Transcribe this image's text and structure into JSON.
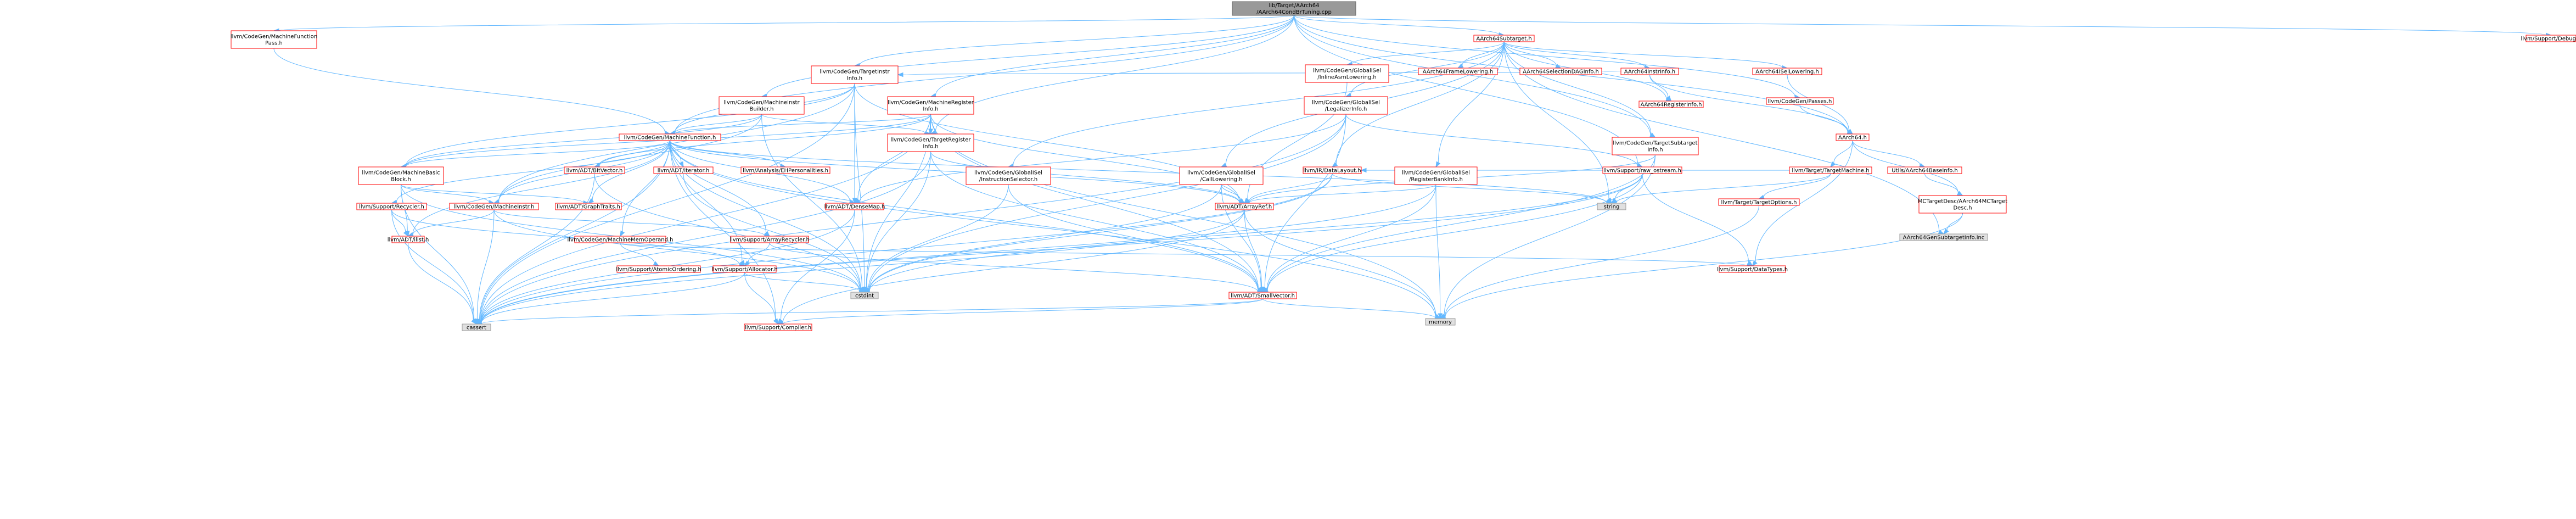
{
  "colors": {
    "root_fill": "#999999",
    "root_stroke": "#666666",
    "link_fill": "#ffffff",
    "link_stroke": "#ff0000",
    "sys_fill": "#e0e0e0",
    "sys_stroke": "#999999",
    "edge": "#63b8ff"
  },
  "nodes": [
    {
      "id": "root",
      "kind": "root",
      "lines": [
        "lib/Target/AArch64",
        "/AArch64CondBrTuning.cpp"
      ]
    },
    {
      "id": "mfpass",
      "kind": "link",
      "lines": [
        "llvm/CodeGen/MachineFunction",
        "Pass.h"
      ]
    },
    {
      "id": "subtarget",
      "kind": "link",
      "lines": [
        "AArch64Subtarget.h"
      ]
    },
    {
      "id": "debug",
      "kind": "link",
      "lines": [
        "llvm/Support/Debug.h"
      ]
    },
    {
      "id": "tii",
      "kind": "link",
      "lines": [
        "llvm/CodeGen/TargetInstr",
        "Info.h"
      ]
    },
    {
      "id": "inlineasm",
      "kind": "link",
      "lines": [
        "llvm/CodeGen/GlobalISel",
        "/InlineAsmLowering.h"
      ]
    },
    {
      "id": "framelow",
      "kind": "link",
      "lines": [
        "AArch64FrameLowering.h"
      ]
    },
    {
      "id": "seldag",
      "kind": "link",
      "lines": [
        "AArch64SelectionDAGInfo.h"
      ]
    },
    {
      "id": "instrinfo",
      "kind": "link",
      "lines": [
        "AArch64InstrInfo.h"
      ]
    },
    {
      "id": "isellow",
      "kind": "link",
      "lines": [
        "AArch64ISelLowering.h"
      ]
    },
    {
      "id": "passes",
      "kind": "link",
      "lines": [
        "llvm/CodeGen/Passes.h"
      ]
    },
    {
      "id": "mibuilder",
      "kind": "link",
      "lines": [
        "llvm/CodeGen/MachineInstr",
        "Builder.h"
      ]
    },
    {
      "id": "mri",
      "kind": "link",
      "lines": [
        "llvm/CodeGen/MachineRegister",
        "Info.h"
      ]
    },
    {
      "id": "legalizer",
      "kind": "link",
      "lines": [
        "llvm/CodeGen/GlobalISel",
        "/LegalizerInfo.h"
      ]
    },
    {
      "id": "reginfo",
      "kind": "link",
      "lines": [
        "AArch64RegisterInfo.h"
      ]
    },
    {
      "id": "aarch64h",
      "kind": "link",
      "lines": [
        "AArch64.h"
      ]
    },
    {
      "id": "mf",
      "kind": "link",
      "lines": [
        "llvm/CodeGen/MachineFunction.h"
      ]
    },
    {
      "id": "tri",
      "kind": "link",
      "lines": [
        "llvm/CodeGen/TargetRegister",
        "Info.h"
      ]
    },
    {
      "id": "tsi",
      "kind": "link",
      "lines": [
        "llvm/CodeGen/TargetSubtarget",
        "Info.h"
      ]
    },
    {
      "id": "targetmachine",
      "kind": "link",
      "lines": [
        "llvm/Target/TargetMachine.h"
      ]
    },
    {
      "id": "baseinfo",
      "kind": "link",
      "lines": [
        "Utils/AArch64BaseInfo.h"
      ]
    },
    {
      "id": "bitvector",
      "kind": "link",
      "lines": [
        "llvm/ADT/BitVector.h"
      ]
    },
    {
      "id": "mbb",
      "kind": "link",
      "lines": [
        "llvm/CodeGen/MachineBasic",
        "Block.h"
      ]
    },
    {
      "id": "iterator",
      "kind": "link",
      "lines": [
        "llvm/ADT/iterator.h"
      ]
    },
    {
      "id": "ehpers",
      "kind": "link",
      "lines": [
        "llvm/Analysis/EHPersonalities.h"
      ]
    },
    {
      "id": "instsel",
      "kind": "link",
      "lines": [
        "llvm/CodeGen/GlobalISel",
        "/InstructionSelector.h"
      ]
    },
    {
      "id": "calllow",
      "kind": "link",
      "lines": [
        "llvm/CodeGen/GlobalISel",
        "/CallLowering.h"
      ]
    },
    {
      "id": "datalayout",
      "kind": "link",
      "lines": [
        "llvm/IR/DataLayout.h"
      ]
    },
    {
      "id": "rbinfo",
      "kind": "link",
      "lines": [
        "llvm/CodeGen/GlobalISel",
        "/RegisterBankInfo.h"
      ]
    },
    {
      "id": "rawostream",
      "kind": "link",
      "lines": [
        "llvm/Support/raw_ostream.h"
      ]
    },
    {
      "id": "targetopts",
      "kind": "link",
      "lines": [
        "llvm/Target/TargetOptions.h"
      ]
    },
    {
      "id": "mctdesc",
      "kind": "link",
      "lines": [
        "MCTargetDesc/AArch64MCTarget",
        "Desc.h"
      ]
    },
    {
      "id": "recycler",
      "kind": "link",
      "lines": [
        "llvm/Support/Recycler.h"
      ]
    },
    {
      "id": "mi",
      "kind": "link",
      "lines": [
        "llvm/CodeGen/MachineInstr.h"
      ]
    },
    {
      "id": "graphtraits",
      "kind": "link",
      "lines": [
        "llvm/ADT/GraphTraits.h"
      ]
    },
    {
      "id": "densemap",
      "kind": "link",
      "lines": [
        "llvm/ADT/DenseMap.h"
      ]
    },
    {
      "id": "arrayref",
      "kind": "link",
      "lines": [
        "llvm/ADT/ArrayRef.h"
      ]
    },
    {
      "id": "string",
      "kind": "sys",
      "lines": [
        "string"
      ]
    },
    {
      "id": "gensubtarget",
      "kind": "sys",
      "lines": [
        "AArch64GenSubtargetInfo.inc"
      ]
    },
    {
      "id": "ilist",
      "kind": "link",
      "lines": [
        "llvm/ADT/ilist.h"
      ]
    },
    {
      "id": "mmo",
      "kind": "link",
      "lines": [
        "llvm/CodeGen/MachineMemOperand.h"
      ]
    },
    {
      "id": "arrayrecycler",
      "kind": "link",
      "lines": [
        "llvm/Support/ArrayRecycler.h"
      ]
    },
    {
      "id": "datatypes",
      "kind": "link",
      "lines": [
        "llvm/Support/DataTypes.h"
      ]
    },
    {
      "id": "atomicordering",
      "kind": "link",
      "lines": [
        "llvm/Support/AtomicOrdering.h"
      ]
    },
    {
      "id": "allocator",
      "kind": "link",
      "lines": [
        "llvm/Support/Allocator.h"
      ]
    },
    {
      "id": "cstdint",
      "kind": "sys",
      "lines": [
        "cstdint"
      ]
    },
    {
      "id": "smallvector",
      "kind": "link",
      "lines": [
        "llvm/ADT/SmallVector.h"
      ]
    },
    {
      "id": "memory",
      "kind": "sys",
      "lines": [
        "memory"
      ]
    },
    {
      "id": "cassert",
      "kind": "sys",
      "lines": [
        "cassert"
      ]
    },
    {
      "id": "compiler",
      "kind": "link",
      "lines": [
        "llvm/Support/Compiler.h"
      ]
    }
  ],
  "edges": [
    [
      "root",
      "mfpass"
    ],
    [
      "root",
      "subtarget"
    ],
    [
      "root",
      "debug"
    ],
    [
      "root",
      "tii"
    ],
    [
      "root",
      "mibuilder"
    ],
    [
      "root",
      "mri"
    ],
    [
      "root",
      "mf"
    ],
    [
      "root",
      "tri"
    ],
    [
      "root",
      "tsi"
    ],
    [
      "root",
      "passes"
    ],
    [
      "root",
      "aarch64h"
    ],
    [
      "root",
      "rawostream"
    ],
    [
      "mfpass",
      "mf"
    ],
    [
      "subtarget",
      "inlineasm"
    ],
    [
      "subtarget",
      "framelow"
    ],
    [
      "subtarget",
      "seldag"
    ],
    [
      "subtarget",
      "instrinfo"
    ],
    [
      "subtarget",
      "isellow"
    ],
    [
      "subtarget",
      "legalizer"
    ],
    [
      "subtarget",
      "tsi"
    ],
    [
      "subtarget",
      "instsel"
    ],
    [
      "subtarget",
      "calllow"
    ],
    [
      "subtarget",
      "datalayout"
    ],
    [
      "subtarget",
      "rbinfo"
    ],
    [
      "subtarget",
      "gensubtarget"
    ],
    [
      "subtarget",
      "string"
    ],
    [
      "subtarget",
      "reginfo"
    ],
    [
      "instrinfo",
      "tii"
    ],
    [
      "instrinfo",
      "reginfo"
    ],
    [
      "instrinfo",
      "aarch64h"
    ],
    [
      "isellow",
      "aarch64h"
    ],
    [
      "passes",
      "aarch64h"
    ],
    [
      "aarch64h",
      "targetmachine"
    ],
    [
      "aarch64h",
      "baseinfo"
    ],
    [
      "aarch64h",
      "mctdesc"
    ],
    [
      "aarch64h",
      "datatypes"
    ],
    [
      "targetmachine",
      "targetopts"
    ],
    [
      "targetmachine",
      "string"
    ],
    [
      "targetmachine",
      "datalayout"
    ],
    [
      "baseinfo",
      "mctdesc"
    ],
    [
      "mctdesc",
      "gensubtarget"
    ],
    [
      "mctdesc",
      "memory"
    ],
    [
      "tii",
      "mf"
    ],
    [
      "tii",
      "mbb"
    ],
    [
      "tii",
      "mi"
    ],
    [
      "tii",
      "densemap"
    ],
    [
      "tii",
      "arrayref"
    ],
    [
      "tii",
      "cstdint"
    ],
    [
      "tii",
      "cassert"
    ],
    [
      "mibuilder",
      "mf"
    ],
    [
      "mibuilder",
      "mbb"
    ],
    [
      "mibuilder",
      "tri"
    ],
    [
      "mibuilder",
      "mi"
    ],
    [
      "mibuilder",
      "cstdint"
    ],
    [
      "mri",
      "mf"
    ],
    [
      "mri",
      "tri"
    ],
    [
      "mri",
      "bitvector"
    ],
    [
      "mri",
      "mbb"
    ],
    [
      "mri",
      "densemap"
    ],
    [
      "mri",
      "arrayref"
    ],
    [
      "mri",
      "smallvector"
    ],
    [
      "mri",
      "memory"
    ],
    [
      "mri",
      "cassert"
    ],
    [
      "mri",
      "cstdint"
    ],
    [
      "legalizer",
      "smallvector"
    ],
    [
      "legalizer",
      "cstdint"
    ],
    [
      "legalizer",
      "cassert"
    ],
    [
      "legalizer",
      "densemap"
    ],
    [
      "legalizer",
      "rawostream"
    ],
    [
      "inlineasm",
      "arrayref"
    ],
    [
      "mf",
      "bitvector"
    ],
    [
      "mf",
      "mbb"
    ],
    [
      "mf",
      "iterator"
    ],
    [
      "mf",
      "ehpers"
    ],
    [
      "mf",
      "graphtraits"
    ],
    [
      "mf",
      "densemap"
    ],
    [
      "mf",
      "arrayref"
    ],
    [
      "mf",
      "smallvector"
    ],
    [
      "mf",
      "recycler"
    ],
    [
      "mf",
      "mi"
    ],
    [
      "mf",
      "mmo"
    ],
    [
      "mf",
      "arrayrecycler"
    ],
    [
      "mf",
      "allocator"
    ],
    [
      "mf",
      "ilist"
    ],
    [
      "mf",
      "compiler"
    ],
    [
      "mf",
      "cstdint"
    ],
    [
      "mf",
      "cassert"
    ],
    [
      "mf",
      "memory"
    ],
    [
      "mf",
      "string"
    ],
    [
      "tri",
      "arrayref"
    ],
    [
      "tri",
      "smallvector"
    ],
    [
      "tri",
      "cassert"
    ],
    [
      "tri",
      "cstdint"
    ],
    [
      "tsi",
      "arrayref"
    ],
    [
      "tsi",
      "smallvector"
    ],
    [
      "tsi",
      "memory"
    ],
    [
      "bitvector",
      "cassert"
    ],
    [
      "bitvector",
      "cstdint"
    ],
    [
      "mbb",
      "graphtraits"
    ],
    [
      "mbb",
      "mi"
    ],
    [
      "mbb",
      "ilist"
    ],
    [
      "mbb",
      "cassert"
    ],
    [
      "mbb",
      "cstdint"
    ],
    [
      "instsel",
      "cstdint"
    ],
    [
      "instsel",
      "smallvector"
    ],
    [
      "calllow",
      "arrayref"
    ],
    [
      "calllow",
      "smallvector"
    ],
    [
      "calllow",
      "cstdint"
    ],
    [
      "datalayout",
      "arrayref"
    ],
    [
      "datalayout",
      "cassert"
    ],
    [
      "datalayout",
      "cstdint"
    ],
    [
      "datalayout",
      "string"
    ],
    [
      "rbinfo",
      "arrayref"
    ],
    [
      "rbinfo",
      "smallvector"
    ],
    [
      "rbinfo",
      "cassert"
    ],
    [
      "rbinfo",
      "memory"
    ],
    [
      "rawostream",
      "datatypes"
    ],
    [
      "rawostream",
      "smallvector"
    ],
    [
      "rawostream",
      "cassert"
    ],
    [
      "rawostream",
      "cstdint"
    ],
    [
      "rawostream",
      "string"
    ],
    [
      "targetopts",
      "memory"
    ],
    [
      "recycler",
      "ilist"
    ],
    [
      "recycler",
      "allocator"
    ],
    [
      "recycler",
      "cassert"
    ],
    [
      "mi",
      "ilist"
    ],
    [
      "mi",
      "arrayrecycler"
    ],
    [
      "mi",
      "cassert"
    ],
    [
      "mi",
      "cstdint"
    ],
    [
      "mmo",
      "atomicordering"
    ],
    [
      "mmo",
      "datatypes"
    ],
    [
      "arrayrecycler",
      "allocator"
    ],
    [
      "arrayrecycler",
      "smallvector"
    ],
    [
      "allocator",
      "compiler"
    ],
    [
      "allocator",
      "cstdint"
    ],
    [
      "allocator",
      "cassert"
    ],
    [
      "densemap",
      "compiler"
    ],
    [
      "densemap",
      "cassert"
    ],
    [
      "arrayref",
      "smallvector"
    ],
    [
      "arrayref",
      "compiler"
    ],
    [
      "arrayref",
      "cassert"
    ],
    [
      "arrayref",
      "memory"
    ],
    [
      "ilist",
      "cassert"
    ],
    [
      "smallvector",
      "compiler"
    ],
    [
      "smallvector",
      "cassert"
    ],
    [
      "smallvector",
      "memory"
    ],
    [
      "iterator",
      "cstdint"
    ]
  ]
}
